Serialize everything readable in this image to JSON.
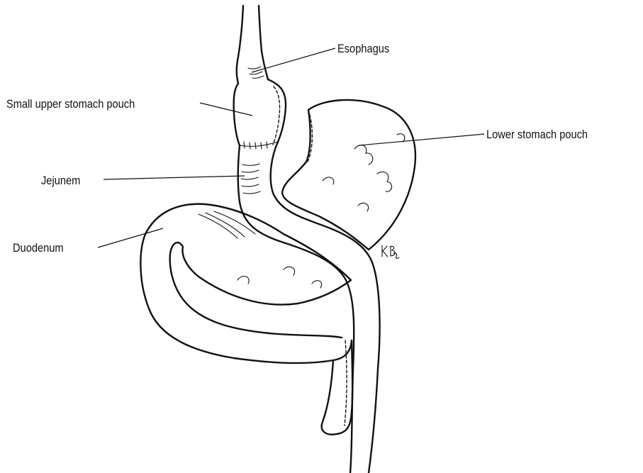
{
  "labels": {
    "esophagus": "Esophagus",
    "small_upper_stomach_pouch": "Small upper stomach pouch",
    "lower_stomach_pouch": "Lower stomach pouch",
    "jejunem": "Jejunem",
    "duodenum": "Duodenum"
  },
  "signature": "KB",
  "colors": {
    "ink": "#111111",
    "background": "#ffffff"
  }
}
